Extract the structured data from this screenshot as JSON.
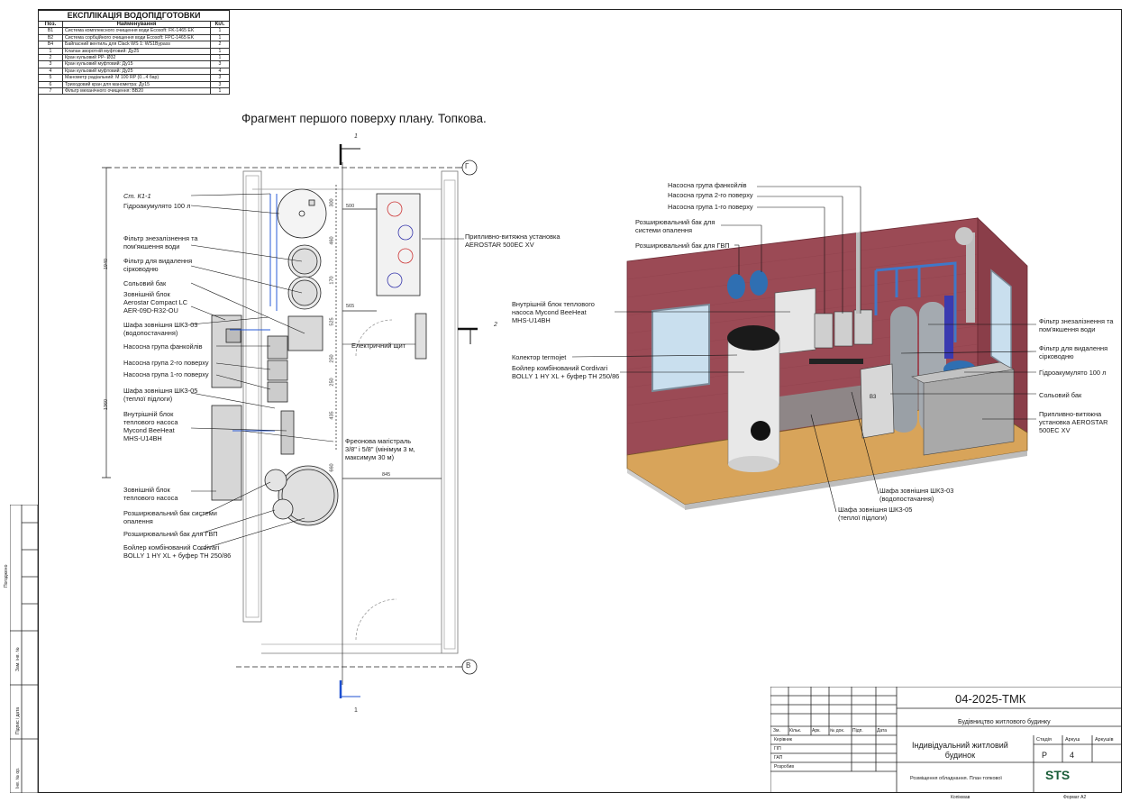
{
  "explication": {
    "title": "ЕКСПЛІКАЦІЯ ВОДОПІДГОТОВКИ",
    "headers": [
      "Поз.",
      "Найменування",
      "Кіл."
    ],
    "rows": [
      [
        "В1",
        "Система комплексного очищення води Ecosoft: FK-1465 EK",
        "1"
      ],
      [
        "В2",
        "Система сорбційного очищення води Ecosoft: FPC-1465 EK",
        "1"
      ],
      [
        "В4",
        "Байпасний вентиль для Clack WS 1: WS1Bypass",
        "2"
      ],
      [
        "1",
        "Клапан зворотній муфтовий: Ду25",
        "1"
      ],
      [
        "2",
        "Кран кульовий PP- Ø32",
        "1"
      ],
      [
        "3",
        "Кран кульовий муфтовий: Ду15",
        "3"
      ],
      [
        "4",
        "Кран кульовий муфтовий: Ду25",
        "4"
      ],
      [
        "5",
        "Манометр радіальний: M 100 RP (0...4 бар)",
        "3"
      ],
      [
        "6",
        "Триходовий кран для манометра: Ду15",
        "3"
      ],
      [
        "7",
        "Фільтр механічного очищення: BB20",
        "1"
      ]
    ]
  },
  "plan_title": "Фрагмент першого поверху плану. Топкова.",
  "plan": {
    "axis_g": "Г",
    "axis_v": "В",
    "section_1_top": "1",
    "section_1_bottom": "1",
    "section_2": "2",
    "labels": {
      "st": "Ст. К1-1",
      "accumulator": "Гідроакумулято 100 л",
      "filter_iron": "Фільтр знезалізнення та\nпом'якшення води",
      "filter_h2s": "Фільтр для видалення\nсірководню",
      "salt_tank": "Сольовий бак",
      "outdoor_unit": "Зовнішній блок\nAerostar Compact LC\nAER-09D-R32-OU",
      "cabinet_water": "Шафа зовнішня ШКЗ-03\n(водопостачання)",
      "pump_fancoil": "Насосна група фанкойлів",
      "pump_2": "Насосна група 2-го поверху",
      "pump_1": "Насосна група 1-го поверху",
      "cabinet_floor": "Шафа зовнішня ШКЗ-05\n(теплої підлоги)",
      "indoor_hp": "Внутрішній блок\nтеплового насоса\nMycond BeeHeat\nMHS-U14BH",
      "outdoor_hp": "Зовнішній блок\nтеплового насоса",
      "exp_heating": "Розширювальний бак системи\nопалення",
      "exp_dhw": "Розширювальний бак для ГВП",
      "boiler": "Бойлер комбінований Cordivari\nBOLLY 1 HY XL + буфер ТН 250/86",
      "ahu": "Припливно-витяжна установка\nAEROSTAR 500EC XV",
      "el_panel": "Електричний щит",
      "freon": "Фреонова магістраль\n3/8\" і 5/8\" (мінімум 3 м,\nмаксимум 30 м)"
    },
    "dims": {
      "d1940": "1940",
      "d1360": "1360",
      "d300": "300",
      "d460": "460",
      "d170": "170",
      "d525": "525",
      "d250a": "250",
      "d250b": "250",
      "d435": "435",
      "d660": "660",
      "d500": "500",
      "d565": "565",
      "d845": "845"
    }
  },
  "iso": {
    "labels": {
      "pump_fancoil": "Насосна група фанкойлів",
      "pump_2": "Насосна група 2-го поверху",
      "pump_1": "Насосна група 1-го поверху",
      "exp_heating": "Розширювальний бак для\nсистеми опалення",
      "exp_dhw": "Розширювальний бак для ГВП",
      "indoor_hp": "Внутрішній блок теплового\nнасоса Mycond BeeHeat\nMHS-U14BH",
      "collector": "Колектор termojet",
      "boiler": "Бойлер комбінований Cordivari\nBOLLY 1 HY XL + буфер ТН 250/86",
      "filter_iron": "Фільтр знезалізнення та\nпом'якшення води",
      "filter_h2s": "Фільтр для видалення\nсірководню",
      "accumulator": "Гідроакумулято 100 л",
      "salt_tank": "Сольовий бак",
      "ahu": "Припливно-витяжна\nустановка AEROSTAR\n500EC XV",
      "cabinet_water": "Шафа зовнішня ШКЗ-03\n(водопостачання)",
      "cabinet_floor": "Шафа зовнішня ШКЗ-05\n(теплої підлоги)",
      "salt_mark": "В3"
    }
  },
  "stamp": {
    "code": "04-2025-ТМК",
    "project": "Будівництво житлового будинку",
    "object": "Індивідуальний житловий\nбудинок",
    "sheet_title": "Розміщення обладнання. План топкової",
    "cols": [
      "Зм.",
      "Кільк.",
      "Арк.",
      "№ док.",
      "Підп.",
      "Дата"
    ],
    "roles": [
      "Керівник",
      "ГІП",
      "ГАП",
      "Розробив"
    ],
    "stage_hdr": "Стадія",
    "sheet_hdr": "Аркуш",
    "sheets_hdr": "Аркушів",
    "stage": "Р",
    "sheet": "4",
    "bottom_left": "Копіював",
    "bottom_right": "Формат А2",
    "logo": "STS"
  },
  "side_stamp": {
    "a": "Погоджено",
    "b": "Зам. інв. №",
    "c": "Підпис і дата",
    "d": "Інв. № ор."
  }
}
